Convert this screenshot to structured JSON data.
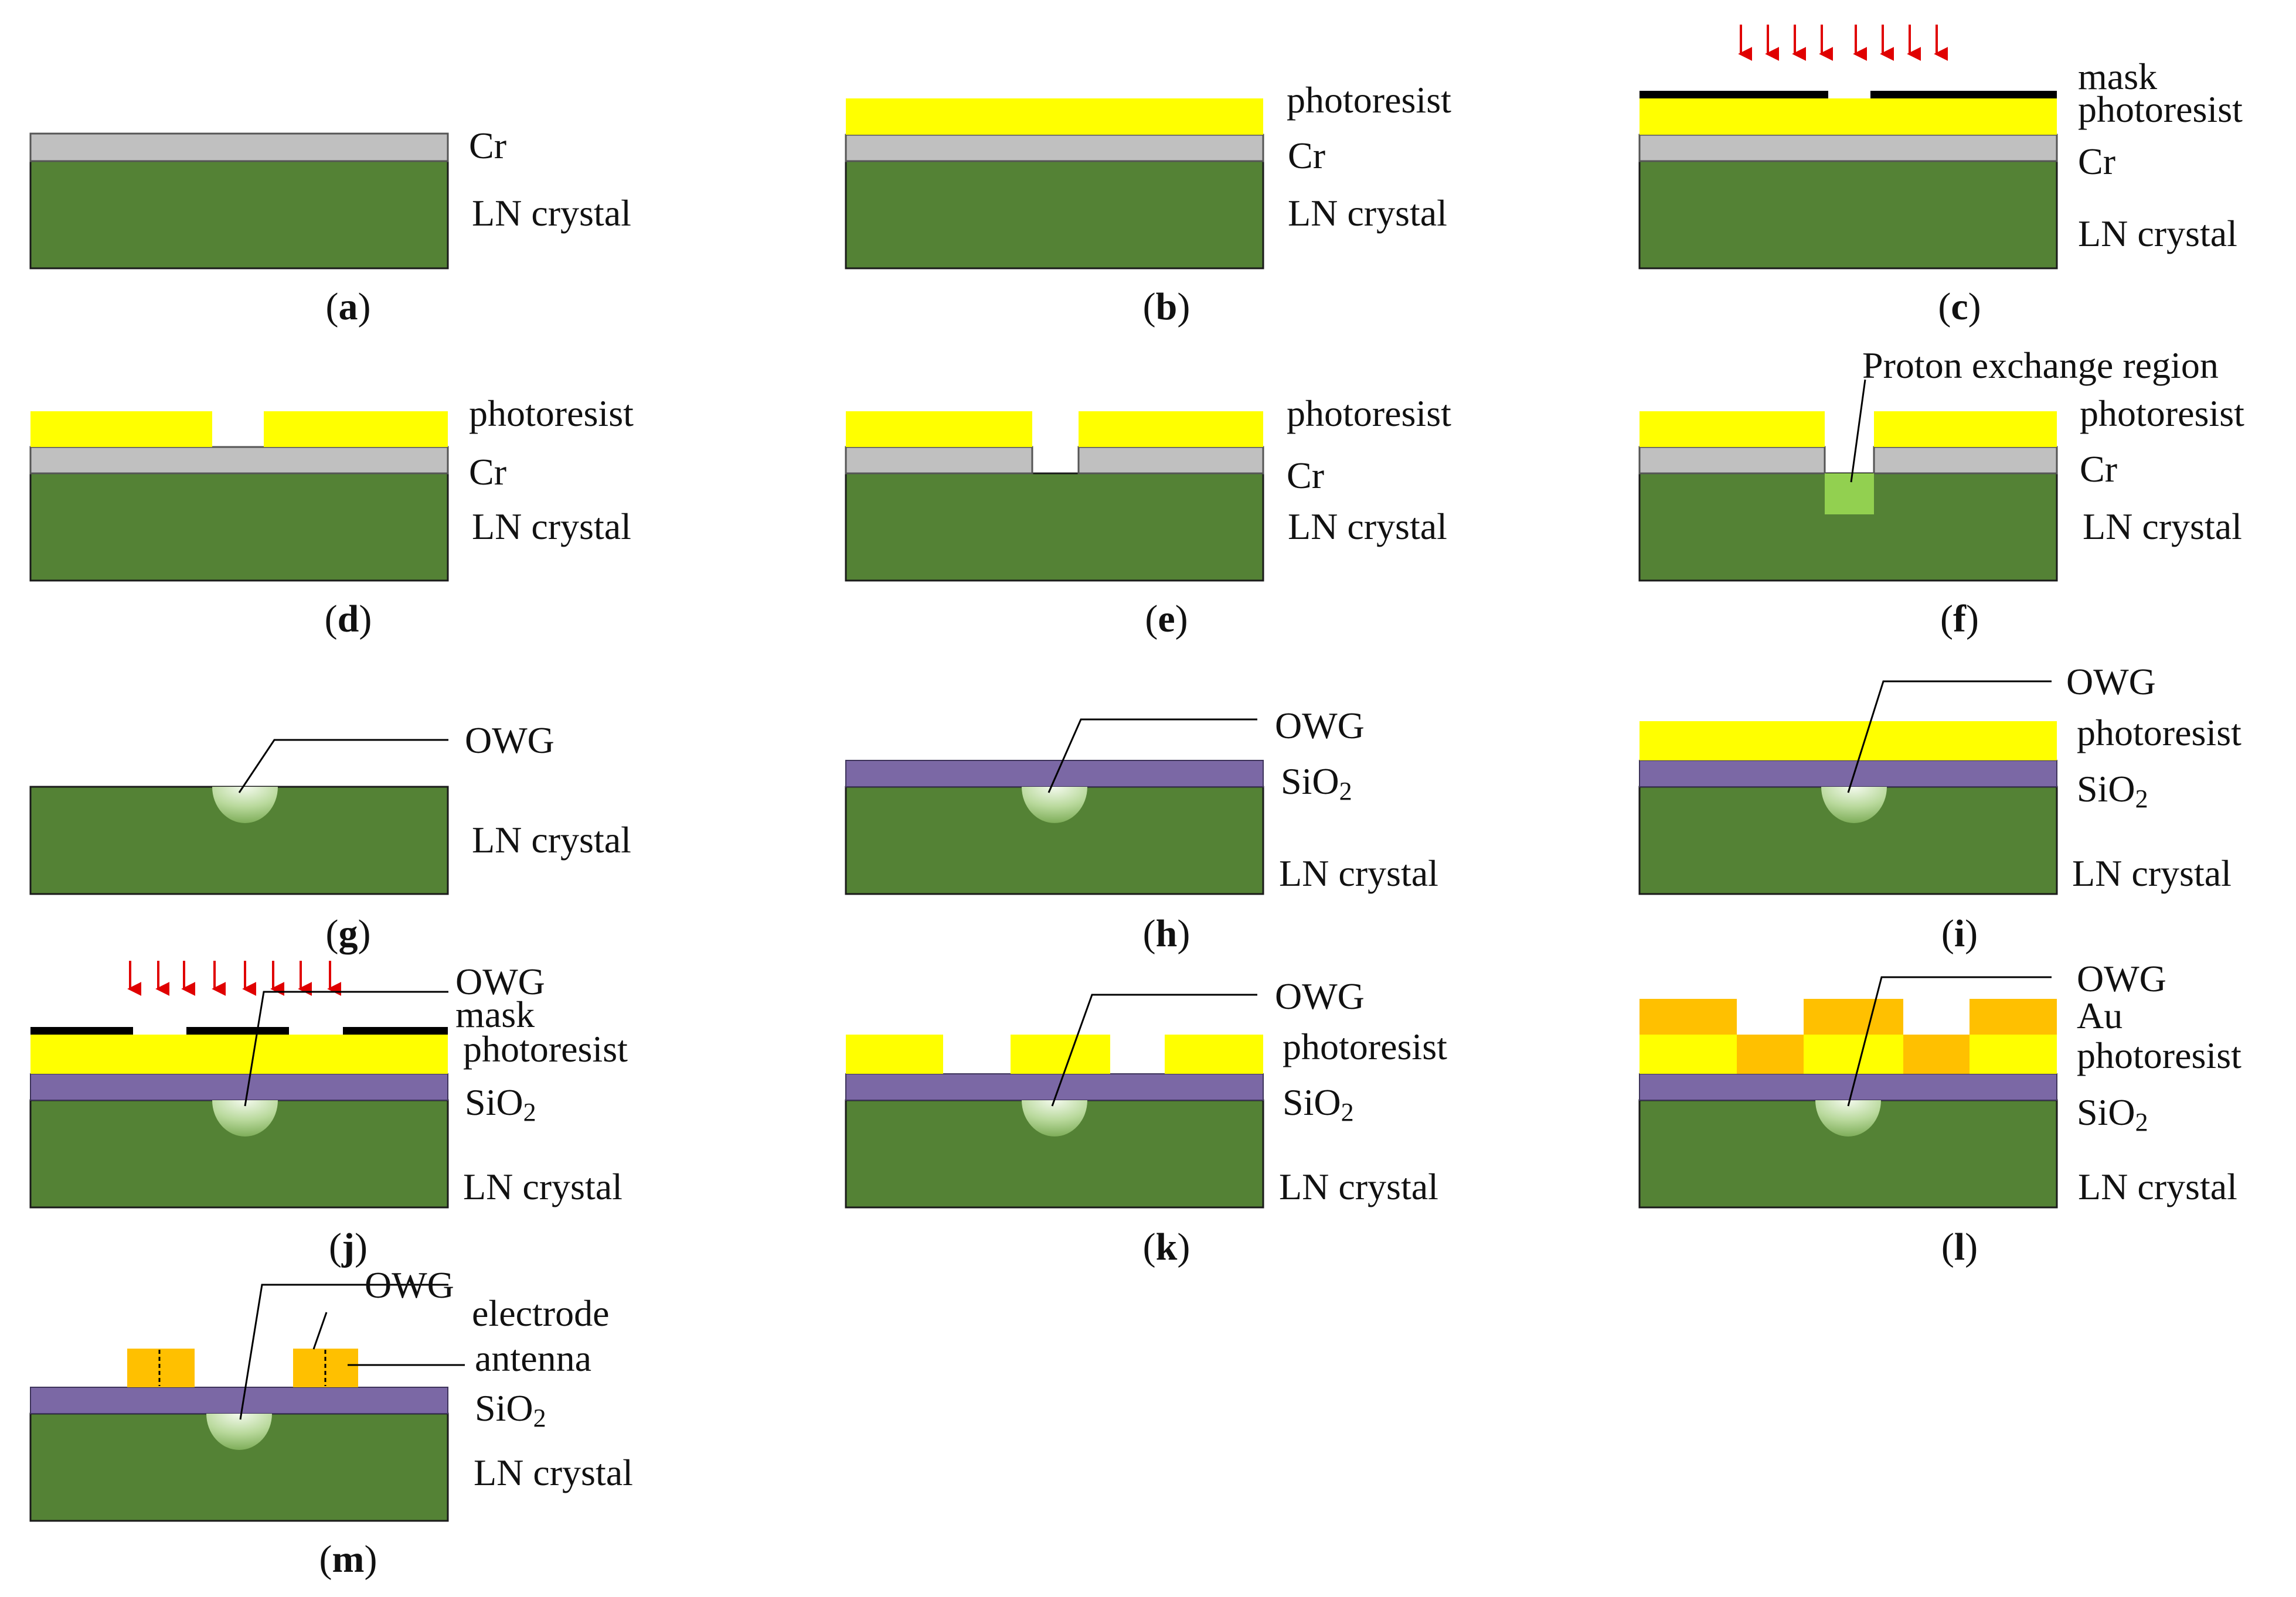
{
  "colors": {
    "ln_crystal": "#548235",
    "cr": "#C0C0C0",
    "photoresist": "#FFFF00",
    "mask": "#000000",
    "sio2": "#7B68A5",
    "au": "#FFC000",
    "proton_region": "#92D050",
    "arrow": "#E00000",
    "owg": "#A9D18E"
  },
  "icons": {
    "uv_arrow": "red-down-arrow-icon"
  },
  "labels": {
    "cr": "Cr",
    "ln_crystal": "LN crystal",
    "photoresist": "photoresist",
    "mask": "mask",
    "proton_exchange_region": "Proton exchange region",
    "owg": "OWG",
    "sio2_main": "SiO",
    "sio2_sub": "2",
    "au": "Au",
    "electrode": "electrode",
    "antenna": "antenna"
  },
  "panels": {
    "a": "(a)",
    "b": "(b)",
    "c": "(c)",
    "d": "(d)",
    "e": "(e)",
    "f": "(f)",
    "g": "(g)",
    "h": "(h)",
    "i": "(i)",
    "j": "(j)",
    "k": "(k)",
    "l": "(l)",
    "m": "(m)"
  },
  "caption_letters": {
    "a": "a",
    "b": "b",
    "c": "c",
    "d": "d",
    "e": "e",
    "f": "f",
    "g": "g",
    "h": "h",
    "i": "i",
    "j": "j",
    "k": "k",
    "l": "l",
    "m": "m"
  }
}
